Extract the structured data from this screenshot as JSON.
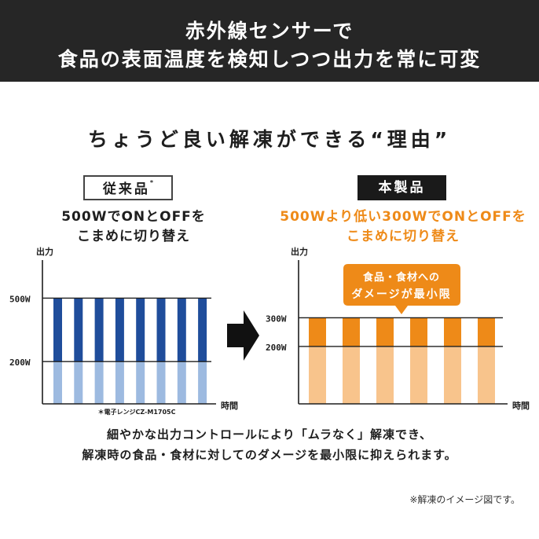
{
  "header": {
    "line1": "赤外線センサーで",
    "line2": "食品の表面温度を検知しつつ出力を常に可変"
  },
  "heading": "ちょうど良い解凍ができる“理由”",
  "conventional": {
    "badge": "従来品",
    "badge_mark": "*",
    "subtitle_line1": "500WでONとOFFを",
    "subtitle_line2": "こまめに切り替え",
    "footnote": "＊電子レンジCZ-M1705C"
  },
  "product": {
    "badge": "本製品",
    "subtitle_line1": "500Wより低い300WでONとOFFを",
    "subtitle_line2": "こまめに切り替え",
    "callout_line1": "食品・食材への",
    "callout_line2": "ダメージが最小限"
  },
  "description": {
    "line1": "細やかな出力コントロールにより「ムラなく」解凍でき、",
    "line2": "解凍時の食品・食材に対してのダメージを最小限に抑えられます。"
  },
  "note": "※解凍のイメージ図です。",
  "chart_data": [
    {
      "type": "bar",
      "ylabel": "出力",
      "xlabel": "時間",
      "y_ticks": [
        "500W",
        "200W"
      ],
      "levels": {
        "base_W": 200,
        "peak_W": 500
      },
      "bars": 8,
      "colors": {
        "peak": "#1f4d9b",
        "base": "#9dbae0"
      }
    },
    {
      "type": "bar",
      "ylabel": "出力",
      "xlabel": "時間",
      "y_ticks": [
        "300W",
        "200W"
      ],
      "levels": {
        "base_W": 200,
        "peak_W": 300
      },
      "bars": 6,
      "colors": {
        "peak": "#ee8a18",
        "base": "#f8c48c"
      }
    }
  ],
  "colors": {
    "header_bg": "#262626",
    "accent": "#ee8a18",
    "arrow": "#111111"
  }
}
